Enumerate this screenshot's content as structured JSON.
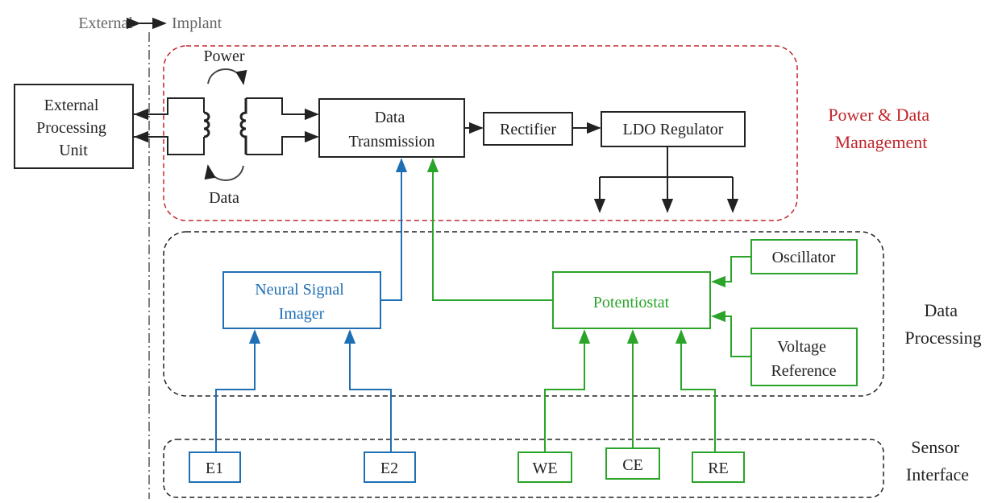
{
  "colors": {
    "ink": "#222222",
    "blue": "#1f6fb5",
    "green": "#2aa52a",
    "red_dashed": "#c0272d",
    "red_text": "#c0272d"
  },
  "boundary": {
    "external": "External",
    "implant": "Implant"
  },
  "link": {
    "power": "Power",
    "data": "Data"
  },
  "blocks": {
    "epu": [
      "External",
      "Processing",
      "Unit"
    ],
    "data_tx": [
      "Data",
      "Transmission"
    ],
    "rectifier": "Rectifier",
    "ldo": "LDO Regulator",
    "neural": [
      "Neural Signal",
      "Imager"
    ],
    "potentiostat": "Potentiostat",
    "oscillator": "Oscillator",
    "voltage_ref": [
      "Voltage",
      "Reference"
    ],
    "electrodes": [
      "E1",
      "E2",
      "WE",
      "CE",
      "RE"
    ]
  },
  "groups": {
    "power": [
      "Power & Data",
      "Management"
    ],
    "processing": [
      "Data",
      "Processing"
    ],
    "sensor": [
      "Sensor",
      "Interface"
    ]
  }
}
